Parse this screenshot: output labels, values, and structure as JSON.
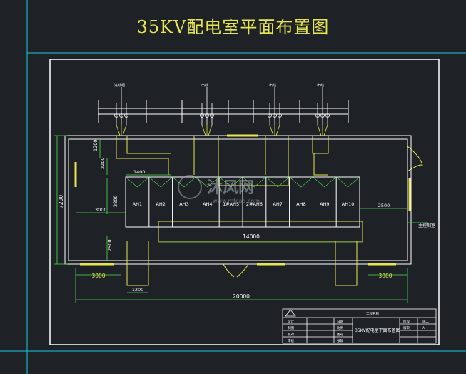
{
  "title": "35KV配电室平面布置图",
  "cabinets": [
    "AH1",
    "AH2",
    "AH3",
    "AH4",
    "1#AH5",
    "2#AH6",
    "AH7",
    "AH8",
    "AH9",
    "AH10"
  ],
  "dimensions": {
    "d1200_top": "1200",
    "d2200": "2200",
    "d1400": "1400",
    "d2800": "2800",
    "d3000_left": "3000",
    "d2500": "2500",
    "d7200": "7200",
    "d14000": "14000",
    "d3000_bottom_left": "3000",
    "d3000_bottom_right": "3000",
    "d1200_bottom": "1200",
    "d20000": "20000",
    "d2500_right": "2500"
  },
  "labels": {
    "side_label": "主控制室",
    "feeder_1": "进线柜",
    "feeder_2": "出线",
    "feeder_3": "出线",
    "feeder_4": "出线"
  },
  "watermark": {
    "brand": "沐风网",
    "url": "www.mfcad.com"
  },
  "title_block": {
    "company": "工程名称",
    "drawing_name": "35KV配电室平面布置图",
    "rows_left": [
      "设计",
      "制图",
      "校对",
      "审核"
    ],
    "rows_mid": [
      "日期",
      "比例",
      "图号",
      "张数"
    ],
    "rows_right": [
      "阶段",
      "版次"
    ],
    "values_right": [
      "施工",
      "A"
    ]
  },
  "colors": {
    "background": "#1e2227",
    "title": "#e8e650",
    "frame": "#ffffff",
    "dimension": "#4fe04f",
    "room_wall": "#ffffff",
    "cabinet_outline": "#ffffff",
    "cable": "#e8e650",
    "guide": "#19c7e0"
  }
}
